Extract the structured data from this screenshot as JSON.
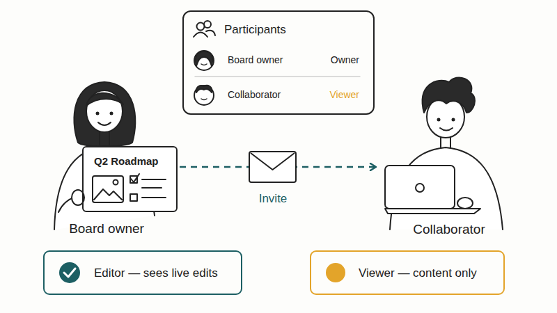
{
  "diagram": {
    "nodes": [
      {
        "text": [
          "Participants"
        ]
      },
      {
        "text": [
          "Board owner"
        ]
      },
      {
        "text": [
          "Q2 Roadmap"
        ],
        "in": 1
      },
      {
        "text": [
          "Collaborator"
        ]
      },
      {
        "text": [
          "Editor — sees live edits"
        ]
      },
      {
        "text": [
          "Viewer — content only"
        ]
      }
    ],
    "edges": [
      {
        "from": 1,
        "to": 3,
        "label": "Invite",
        "arrow": "to"
      }
    ],
    "labels": [
      "Board owner",
      "Owner",
      "Collaborator",
      "Viewer"
    ]
  }
}
